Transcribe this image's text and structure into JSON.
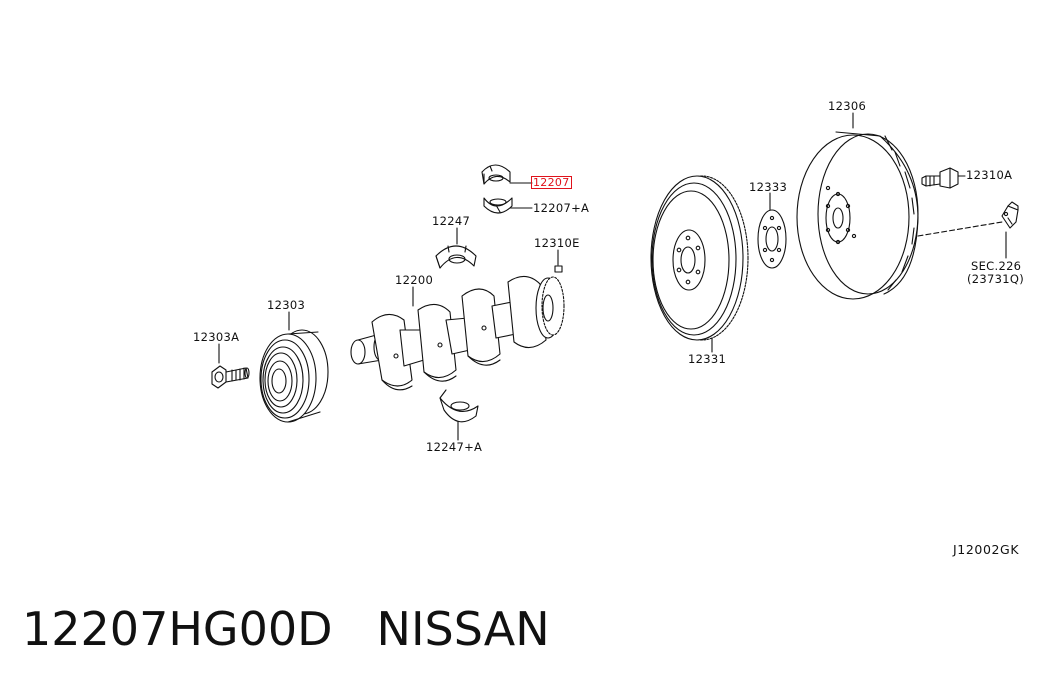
{
  "diagram": {
    "labels": {
      "p12306": "12306",
      "p12310A": "12310A",
      "p12207": "12207",
      "p12207A": "12207+A",
      "p12333": "12333",
      "p12247": "12247",
      "p12310E": "12310E",
      "sec_line1": "SEC.226",
      "sec_line2": "(23731Q)",
      "p12200": "12200",
      "p12303": "12303",
      "p12303A": "12303A",
      "p12331": "12331",
      "p12247A": "12247+A"
    },
    "highlighted_part": "12207",
    "highlight_color": "#e0121b",
    "diagram_code": "J12002GK"
  },
  "footer": {
    "part_number": "12207HG00D",
    "brand": "NISSAN"
  }
}
